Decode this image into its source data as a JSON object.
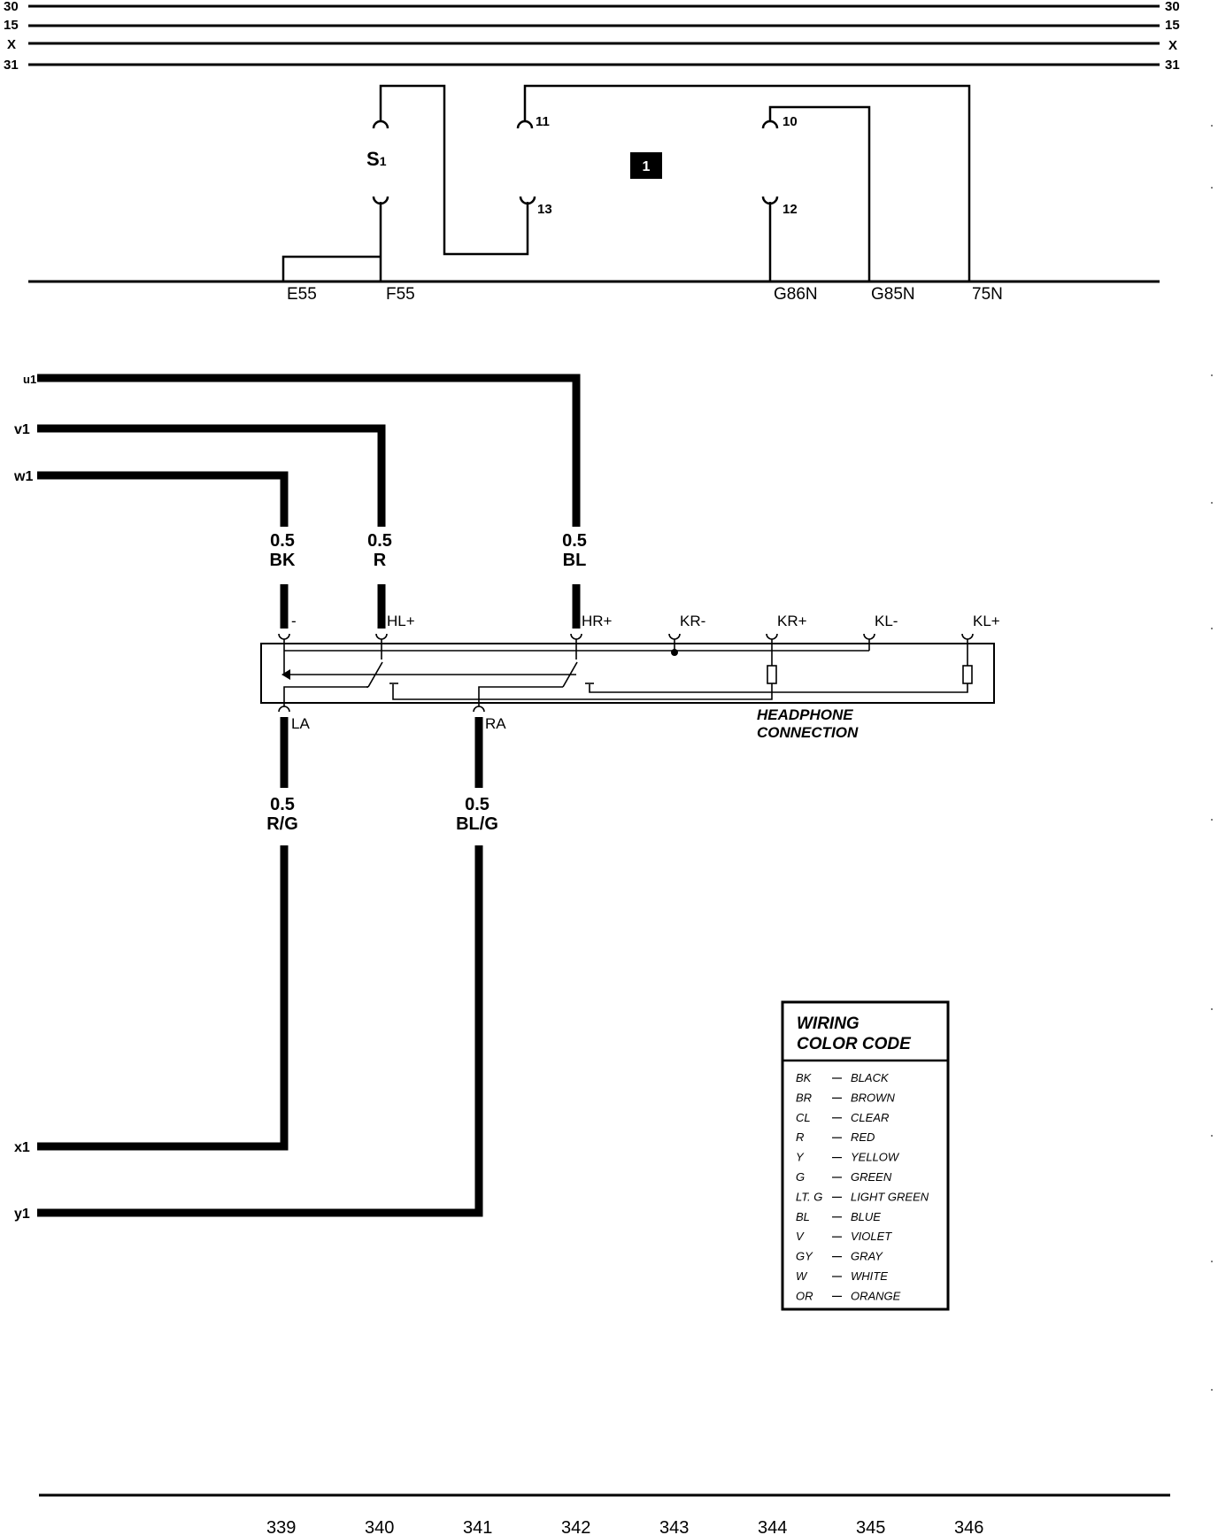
{
  "bus_labels": {
    "left": [
      "30",
      "15",
      "X",
      "31"
    ],
    "right": [
      "30",
      "15",
      "X",
      "31"
    ]
  },
  "switch": {
    "label": "S",
    "subscript": "1"
  },
  "pins": [
    "11",
    "13",
    "10",
    "12"
  ],
  "component_number": "1",
  "connectors": [
    "E55",
    "F55",
    "G86N",
    "G85N",
    "75N"
  ],
  "side_labels": [
    "u1",
    "v1",
    "w1",
    "x1",
    "y1"
  ],
  "wires": [
    {
      "size": "0.5",
      "color": "BK"
    },
    {
      "size": "0.5",
      "color": "R"
    },
    {
      "size": "0.5",
      "color": "BL"
    },
    {
      "size": "0.5",
      "color": "R/G"
    },
    {
      "size": "0.5",
      "color": "BL/G"
    }
  ],
  "ports": [
    "-",
    "HL+",
    "HR+",
    "KR-",
    "KR+",
    "KL-",
    "KL+",
    "LA",
    "RA"
  ],
  "headphone_label": [
    "HEADPHONE",
    "CONNECTION"
  ],
  "legend": {
    "title": [
      "WIRING",
      "COLOR CODE"
    ],
    "items": [
      {
        "code": "BK",
        "name": "BLACK"
      },
      {
        "code": "BR",
        "name": "BROWN"
      },
      {
        "code": "CL",
        "name": "CLEAR"
      },
      {
        "code": "R",
        "name": "RED"
      },
      {
        "code": "Y",
        "name": "YELLOW"
      },
      {
        "code": "G",
        "name": "GREEN"
      },
      {
        "code": "LT. G",
        "name": "LIGHT GREEN"
      },
      {
        "code": "BL",
        "name": "BLUE"
      },
      {
        "code": "V",
        "name": "VIOLET"
      },
      {
        "code": "GY",
        "name": "GRAY"
      },
      {
        "code": "W",
        "name": "WHITE"
      },
      {
        "code": "OR",
        "name": "ORANGE"
      }
    ]
  },
  "grid_numbers": [
    "339",
    "340",
    "341",
    "342",
    "343",
    "344",
    "345",
    "346"
  ]
}
